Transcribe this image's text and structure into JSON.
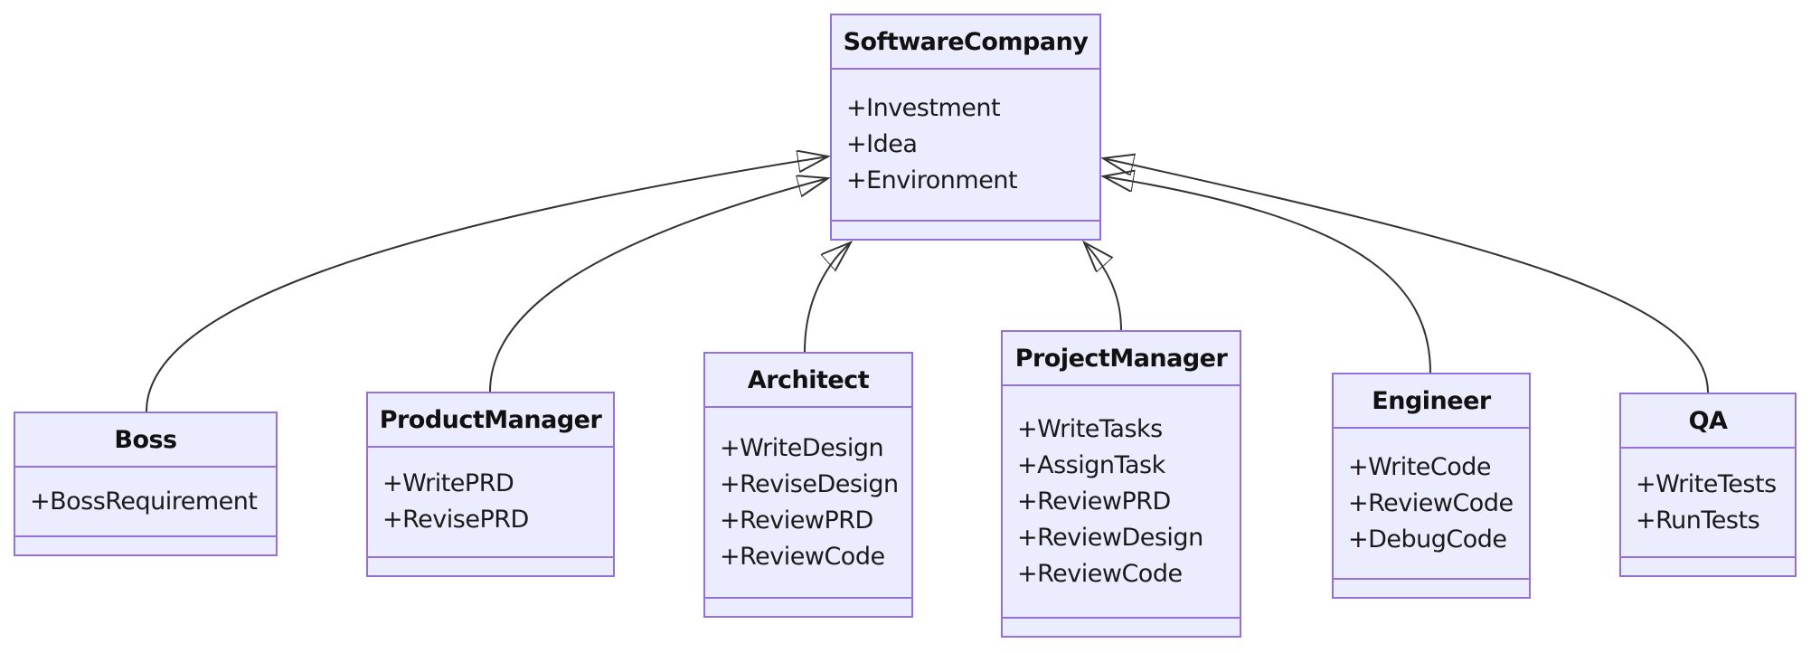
{
  "diagram": {
    "type": "uml-class-diagram",
    "colors": {
      "node_fill": "#ECECFF",
      "node_border": "#9370DB",
      "edge_line": "#333333",
      "text": "#1a1a1a",
      "background": "#ffffff"
    },
    "classes": [
      {
        "name": "SoftwareCompany",
        "attributes": [
          "+Investment",
          "+Idea",
          "+Environment"
        ],
        "methods": []
      },
      {
        "name": "Boss",
        "attributes": [
          "+BossRequirement"
        ],
        "methods": []
      },
      {
        "name": "ProductManager",
        "attributes": [
          "+WritePRD",
          "+RevisePRD"
        ],
        "methods": []
      },
      {
        "name": "Architect",
        "attributes": [
          "+WriteDesign",
          "+ReviseDesign",
          "+ReviewPRD",
          "+ReviewCode"
        ],
        "methods": []
      },
      {
        "name": "ProjectManager",
        "attributes": [
          "+WriteTasks",
          "+AssignTask",
          "+ReviewPRD",
          "+ReviewDesign",
          "+ReviewCode"
        ],
        "methods": []
      },
      {
        "name": "Engineer",
        "attributes": [
          "+WriteCode",
          "+ReviewCode",
          "+DebugCode"
        ],
        "methods": []
      },
      {
        "name": "QA",
        "attributes": [
          "+WriteTests",
          "+RunTests"
        ],
        "methods": []
      }
    ],
    "relations": [
      {
        "from": "Boss",
        "to": "SoftwareCompany",
        "type": "inheritance"
      },
      {
        "from": "ProductManager",
        "to": "SoftwareCompany",
        "type": "inheritance"
      },
      {
        "from": "Architect",
        "to": "SoftwareCompany",
        "type": "inheritance"
      },
      {
        "from": "ProjectManager",
        "to": "SoftwareCompany",
        "type": "inheritance"
      },
      {
        "from": "Engineer",
        "to": "SoftwareCompany",
        "type": "inheritance"
      },
      {
        "from": "QA",
        "to": "SoftwareCompany",
        "type": "inheritance"
      }
    ]
  }
}
